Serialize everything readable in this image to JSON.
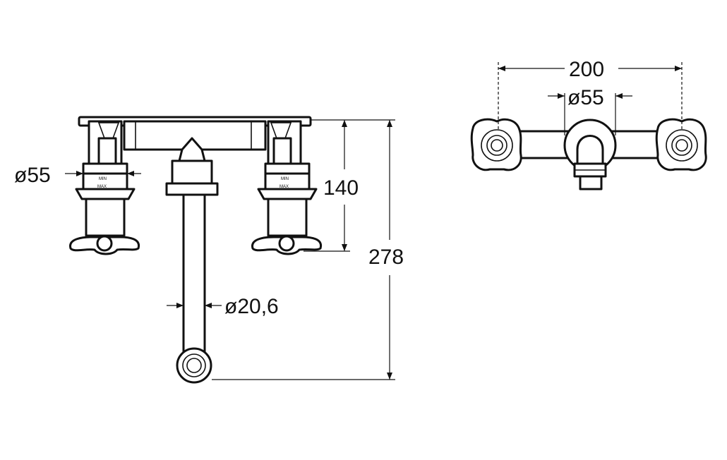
{
  "dimensions": {
    "valve_diameter_front": "ø55",
    "handle_height": "140",
    "overall_height": "278",
    "spout_diameter": "ø20,6",
    "center_distance": "200",
    "valve_diameter_top": "ø55"
  },
  "valve_markings": {
    "min": "MIN",
    "max": "MAX"
  }
}
